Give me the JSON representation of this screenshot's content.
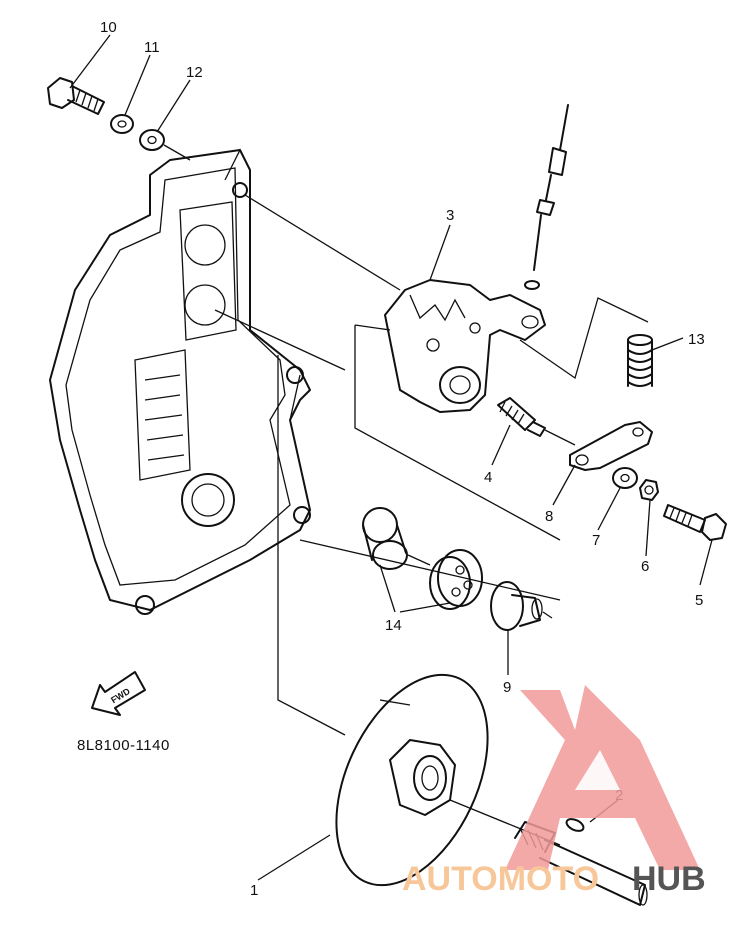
{
  "callouts": [
    "10",
    "11",
    "12",
    "3",
    "13",
    "4",
    "8",
    "7",
    "6",
    "5",
    "14",
    "9",
    "2",
    "1"
  ],
  "diagram_code": "8L8100-1140",
  "fwd_arrow_label": "FWD",
  "watermark": {
    "part1": "AUTOMOTO",
    "part2": "HUB",
    "color_primary": "#f29a9a",
    "color_secondary": "#f7c79a",
    "color_dark": "#555555"
  }
}
